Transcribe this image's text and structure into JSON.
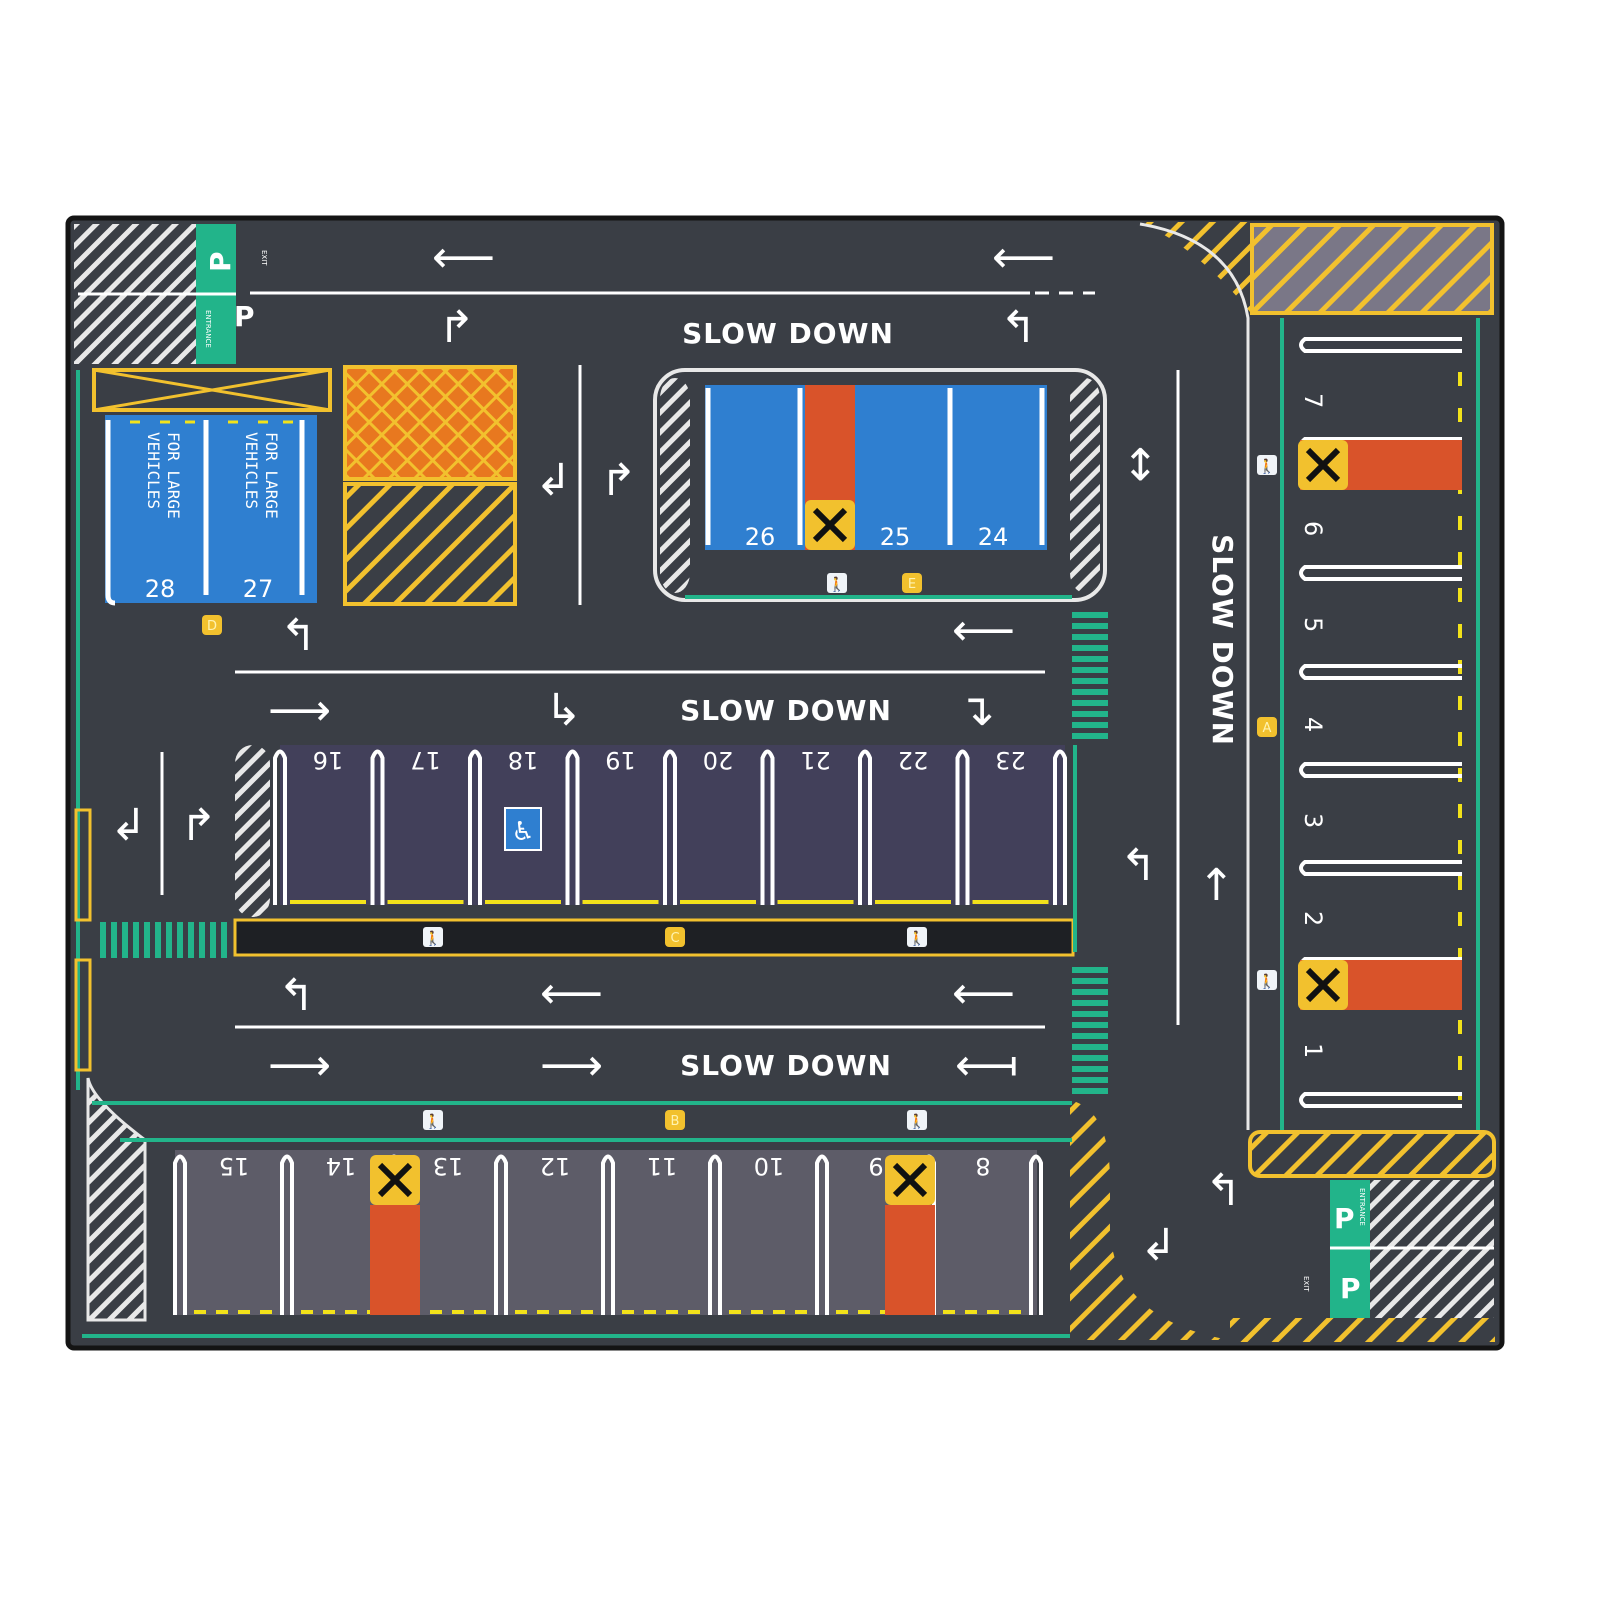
{
  "colors": {
    "asphalt": "#3a3e45",
    "border": "#141414",
    "green": "#22b48a",
    "yellow": "#f2c12e",
    "orange": "#d9532a",
    "blue": "#2f7fd0",
    "middle_spot": "#42405a",
    "bottom_spot": "#5d5c68",
    "hatch_gray": "#7a7787"
  },
  "road_text": {
    "slow_down_top": "SLOW DOWN",
    "slow_down_middle": "SLOW DOWN",
    "slow_down_bottom": "SLOW DOWN",
    "slow_down_vertical": "SLOW DOWN"
  },
  "large_vehicle_label": "FOR LARGE VEHICLES",
  "top_left_signs": {
    "parking_glyph": "P",
    "exit": "EXIT",
    "entrance": "ENTRANCE"
  },
  "bottom_right_signs": {
    "parking_glyph": "P",
    "exit": "EXIT",
    "entrance": "ENTRANCE"
  },
  "spots": {
    "large_vehicle": [
      "28",
      "27"
    ],
    "center_block": [
      "26",
      "25",
      "24"
    ],
    "middle_row": [
      "16",
      "17",
      "18",
      "19",
      "20",
      "21",
      "22",
      "23"
    ],
    "bottom_row": [
      "15",
      "14",
      "13",
      "12",
      "11",
      "10",
      "9",
      "8"
    ],
    "right_column": [
      "7",
      "6",
      "5",
      "4",
      "3",
      "2",
      "1"
    ]
  },
  "accessible_spot": "18",
  "no_parking_icon": "x-mark-icon",
  "zone_signs": [
    "A",
    "B",
    "C",
    "D",
    "E"
  ],
  "pedestrian_icon": "pedestrian-icon"
}
